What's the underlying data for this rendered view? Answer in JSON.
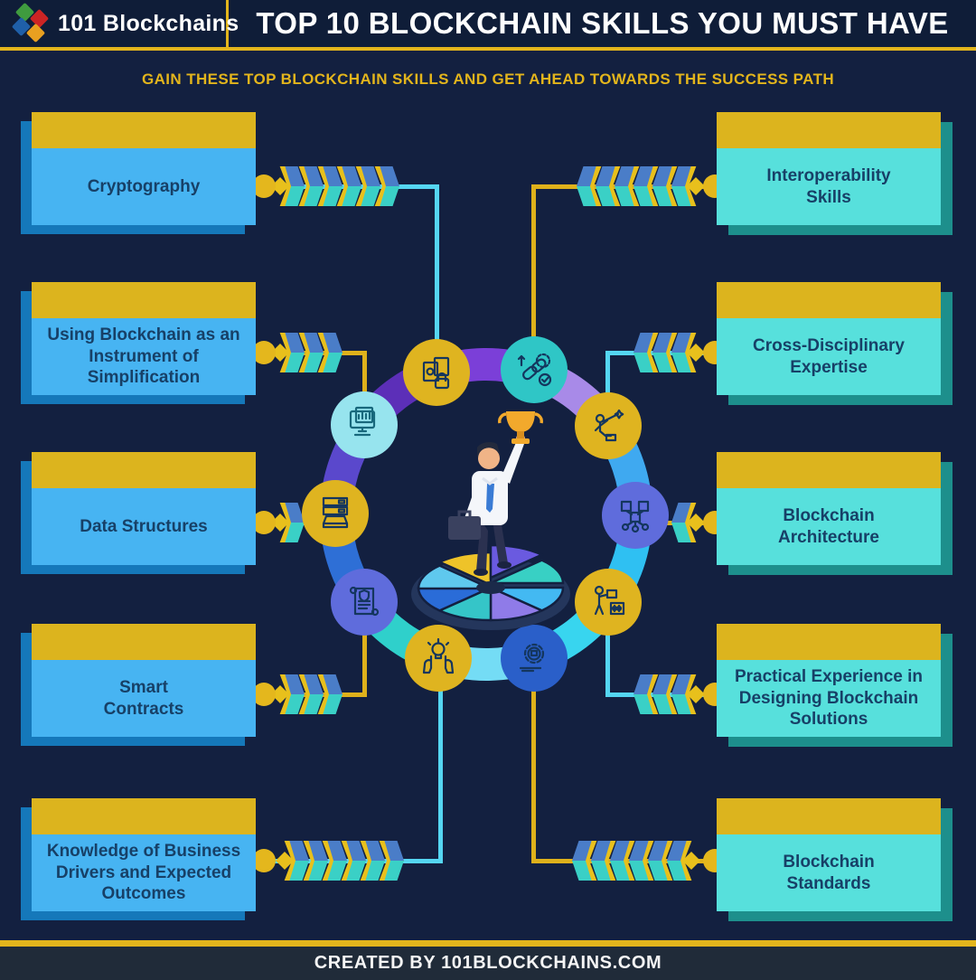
{
  "header": {
    "brand": "101 Blockchains",
    "title": "TOP 10 BLOCKCHAIN SKILLS YOU MUST HAVE"
  },
  "subtitle": "GAIN THESE TOP BLOCKCHAIN SKILLS AND GET AHEAD TOWARDS THE SUCCESS PATH",
  "skills_left": [
    {
      "label": "Cryptography",
      "icon": "documents-lock-icon"
    },
    {
      "label": "Using Blockchain as an Instrument of Simplification",
      "icon": "monitor-chart-icon"
    },
    {
      "label": "Data Structures",
      "icon": "server-stack-icon"
    },
    {
      "label": "Smart Contracts",
      "icon": "contract-scroll-icon"
    },
    {
      "label": "Knowledge of Business Drivers and Expected Outcomes",
      "icon": "hands-lightbulb-icon"
    }
  ],
  "skills_right": [
    {
      "label": "Interoperability Skills",
      "icon": "chain-link-icon"
    },
    {
      "label": "Cross-Disciplinary Expertise",
      "icon": "person-telescope-icon"
    },
    {
      "label": "Blockchain Architecture",
      "icon": "cubes-network-icon"
    },
    {
      "label": "Practical Experience in Designing Blockchain Solutions",
      "icon": "designer-screen-icon"
    },
    {
      "label": "Blockchain Standards",
      "icon": "gear-tools-icon"
    }
  ],
  "footer": {
    "text": "CREATED BY 101BLOCKCHAINS.COM"
  },
  "colors": {
    "background": "#132040",
    "gold": "#e3b51c",
    "left_card": "#47b4f2",
    "right_card": "#57e0dc",
    "card_text": "#174067",
    "cyan_line": "#55d6f2",
    "yellow_line": "#dfb11b"
  },
  "ring_segment_colors": [
    "#7b3fd8",
    "#a88ae8",
    "#3fa9f0",
    "#2fc0f2",
    "#38d5ef",
    "#74dcf5",
    "#2fd0cb",
    "#2e6fd6",
    "#5a48cc",
    "#5c2fb8"
  ]
}
